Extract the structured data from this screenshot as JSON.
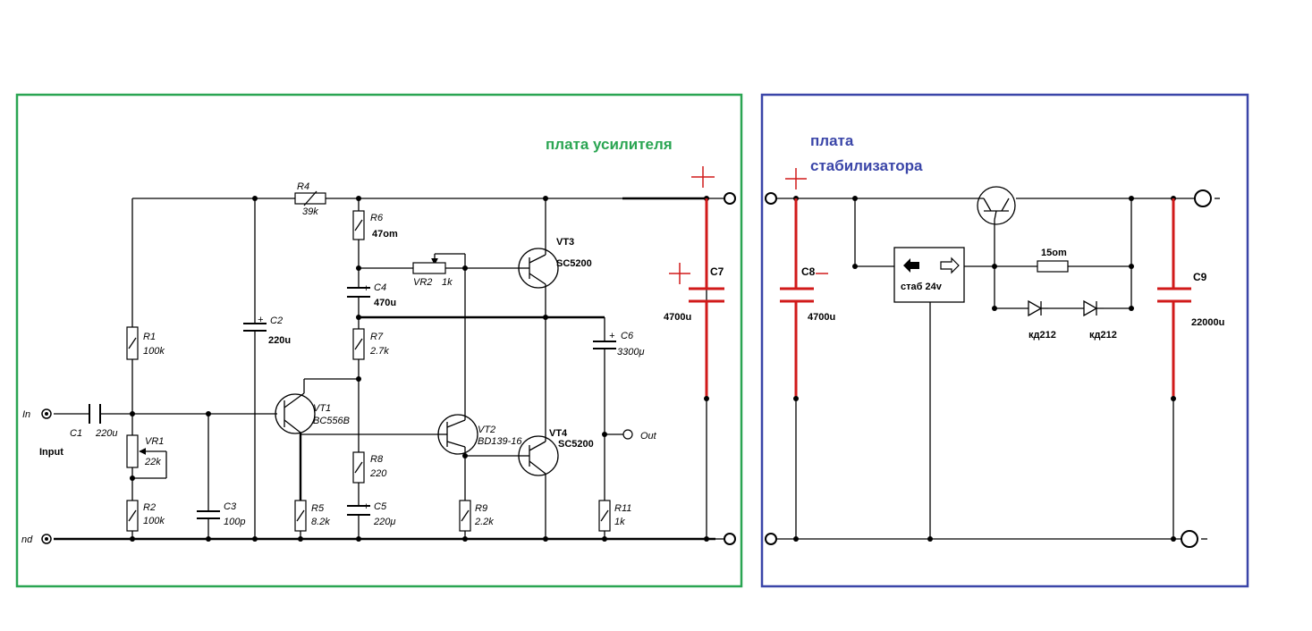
{
  "boards": {
    "amplifier": {
      "title": "плата усилителя",
      "border_color": "#2aa552"
    },
    "stabilizer": {
      "title_line1": "плата",
      "title_line2": "стабилизатора",
      "border_color": "#3a45a8"
    }
  },
  "io": {
    "input_label": "In",
    "input_sub": "Input",
    "ground_label": "nd",
    "output_label": "Out"
  },
  "components": {
    "R1": {
      "name": "R1",
      "value": "100k"
    },
    "R2": {
      "name": "R2",
      "value": "100k"
    },
    "R4": {
      "name": "R4",
      "value": "39k"
    },
    "R5": {
      "name": "R5",
      "value": "8.2k"
    },
    "R6": {
      "name": "R6",
      "value": "47om"
    },
    "R7": {
      "name": "R7",
      "value": "2.7k"
    },
    "R8": {
      "name": "R8",
      "value": "220"
    },
    "R9": {
      "name": "R9",
      "value": "2.2k"
    },
    "R11": {
      "name": "R11",
      "value": "1k"
    },
    "VR1": {
      "name": "VR1",
      "value": "22k"
    },
    "VR2": {
      "name": "VR2",
      "value": "1k"
    },
    "C1": {
      "name": "C1",
      "value": "220u"
    },
    "C2": {
      "name": "C2",
      "value": "220u"
    },
    "C3": {
      "name": "C3",
      "value": "100p"
    },
    "C4": {
      "name": "C4",
      "value": "470u"
    },
    "C5": {
      "name": "C5",
      "value": "220μ"
    },
    "C6": {
      "name": "C6",
      "value": "3300μ"
    },
    "C7": {
      "name": "C7",
      "value": "4700u"
    },
    "C8": {
      "name": "C8",
      "value": "4700u"
    },
    "C9": {
      "name": "C9",
      "value": "22000u"
    },
    "VT1": {
      "name": "VT1",
      "value": "BC556B"
    },
    "VT2": {
      "name": "VT2",
      "value": "BD139-16"
    },
    "VT3": {
      "name": "VT3",
      "value": "SC5200"
    },
    "VT4": {
      "name": "VT4",
      "value": "SC5200"
    },
    "R_stab": {
      "value": "15om"
    },
    "D1": {
      "value": "кд212"
    },
    "D2": {
      "value": "кд212"
    },
    "regulator": {
      "label": "стаб 24v"
    }
  },
  "colors": {
    "capacitor_highlight": "#d11a1a",
    "wire": "#000000"
  }
}
